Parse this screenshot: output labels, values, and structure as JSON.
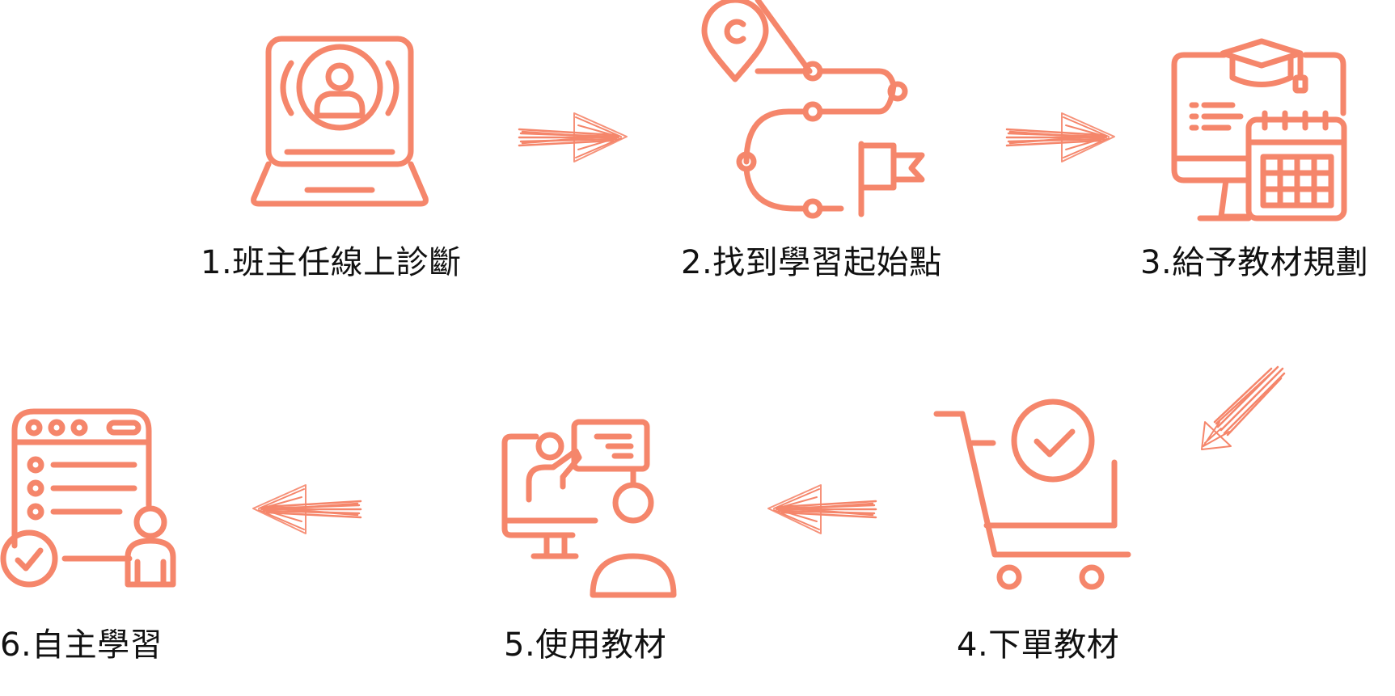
{
  "colors": {
    "accent": "#f5866b",
    "text": "#111111",
    "background": "#ffffff"
  },
  "steps": [
    {
      "label": "1.班主任線上診斷",
      "icon": "laptop-user-icon"
    },
    {
      "label": "2.找到學習起始點",
      "icon": "route-map-icon"
    },
    {
      "label": "3.給予教材規劃",
      "icon": "computer-calendar-cap-icon"
    },
    {
      "label": "4.下單教材",
      "icon": "shopping-cart-check-icon"
    },
    {
      "label": "5.使用教材",
      "icon": "online-teaching-icon"
    },
    {
      "label": "6.自主學習",
      "icon": "checklist-learner-icon"
    }
  ],
  "arrows": [
    {
      "from": 1,
      "to": 2,
      "direction": "right"
    },
    {
      "from": 2,
      "to": 3,
      "direction": "right"
    },
    {
      "from": 3,
      "to": 4,
      "direction": "down-left"
    },
    {
      "from": 4,
      "to": 5,
      "direction": "left"
    },
    {
      "from": 5,
      "to": 6,
      "direction": "left"
    }
  ]
}
